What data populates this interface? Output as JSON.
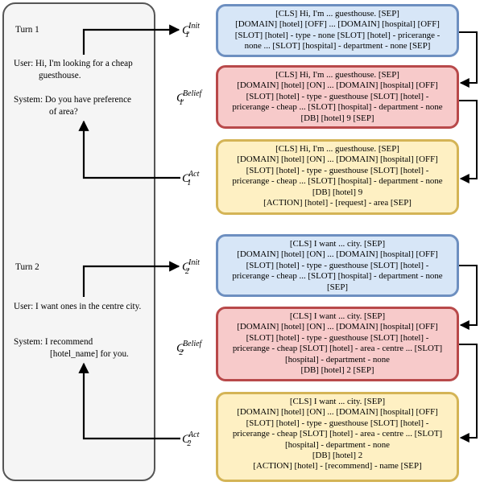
{
  "dialogue": {
    "turn1_title": "Turn 1",
    "turn1_user_1": "User: Hi, I'm looking for a cheap",
    "turn1_user_2": "guesthouse.",
    "turn1_system_1": "System: Do you have preference",
    "turn1_system_2": "of area?",
    "turn2_title": "Turn 2",
    "turn2_user": "User: I want ones in the centre city.",
    "turn2_system_1": "System: I recommend",
    "turn2_system_2": "[hotel_name] for you."
  },
  "labels": {
    "letter": "C",
    "init": "Init",
    "belief": "Belief",
    "act": "Act",
    "turn1_index": "1",
    "turn2_index": "2"
  },
  "boxes": {
    "t1_init": [
      "[CLS] Hi, I'm ... guesthouse. [SEP]",
      "[DOMAIN] [hotel] [OFF] ... [DOMAIN] [hospital] [OFF]",
      "[SLOT] [hotel] - type - none [SLOT] [hotel] - pricerange -",
      "none ... [SLOT] [hospital] - department - none [SEP]"
    ],
    "t1_belief": [
      "[CLS] Hi, I'm ... guesthouse. [SEP]",
      "[DOMAIN] [hotel] [ON] ... [DOMAIN] [hospital] [OFF]",
      "[SLOT] [hotel] - type - guesthouse [SLOT] [hotel] -",
      "pricerange - cheap ... [SLOT] [hospital] - department - none",
      "[DB] [hotel] 9 [SEP]"
    ],
    "t1_act": [
      "[CLS] Hi, I'm ... guesthouse. [SEP]",
      "[DOMAIN] [hotel] [ON] ... [DOMAIN] [hospital] [OFF]",
      "[SLOT] [hotel] - type - guesthouse [SLOT] [hotel] -",
      "pricerange - cheap ... [SLOT] [hospital] - department - none",
      "[DB] [hotel] 9",
      "[ACTION] [hotel] - [request] - area [SEP]"
    ],
    "t2_init": [
      "[CLS] I want ... city. [SEP]",
      "[DOMAIN] [hotel] [ON] ... [DOMAIN] [hospital] [OFF]",
      "[SLOT] [hotel] - type - guesthouse [SLOT] [hotel] -",
      "pricerange - cheap ... [SLOT] [hospital] - department - none",
      "[SEP]"
    ],
    "t2_belief": [
      "[CLS] I want ... city. [SEP]",
      "[DOMAIN] [hotel] [ON] ... [DOMAIN] [hospital] [OFF]",
      "[SLOT] [hotel] - type - guesthouse [SLOT] [hotel] -",
      "pricerange - cheap [SLOT] [hotel] - area - centre ... [SLOT]",
      "[hospital] - department - none",
      "[DB] [hotel] 2 [SEP]"
    ],
    "t2_act": [
      "[CLS] I want ... city. [SEP]",
      "[DOMAIN] [hotel] [ON] ... [DOMAIN] [hospital] [OFF]",
      "[SLOT] [hotel] - type - guesthouse [SLOT] [hotel] -",
      "pricerange - cheap [SLOT] [hotel] - area - centre ... [SLOT]",
      "[hospital] - department - none",
      "[DB] [hotel] 2",
      "[ACTION] [hotel] - [recommend] - name [SEP]"
    ]
  },
  "colors": {
    "init_fill": "#d7e6f7",
    "init_border": "#6d8fc0",
    "belief_fill": "#f7caca",
    "belief_border": "#b8494a",
    "act_fill": "#fef0c3",
    "act_border": "#d4b456",
    "panel_fill": "#f5f5f5",
    "panel_border": "#555555"
  }
}
